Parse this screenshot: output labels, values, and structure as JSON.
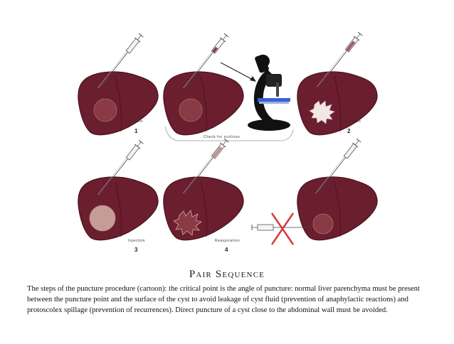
{
  "steps": [
    {
      "label": "Puncture",
      "number": "1"
    },
    {
      "label": "Aspiration",
      "number": "2"
    },
    {
      "label": "Injection",
      "number": "3"
    },
    {
      "label": "Reaspiration",
      "number": "4"
    }
  ],
  "check_label": "Check for scolices",
  "title": "Pair Sequence",
  "caption": "The steps of the puncture procedure (cartoon): the critical point is the angle of puncture: normal liver parenchyma must be present between the puncture point and the surface of the cyst to avoid leakage of cyst fluid (prevention of anaphylactic reactions) and protoscolex spillage (prevention of recurrences). Direct puncture of a cyst close to the abdominal wall must be avoided.",
  "colors": {
    "liver": "#6b1e2e",
    "liver_edge": "#3f0f18",
    "cyst": "#b08a86",
    "cross": "#d43a3a"
  }
}
